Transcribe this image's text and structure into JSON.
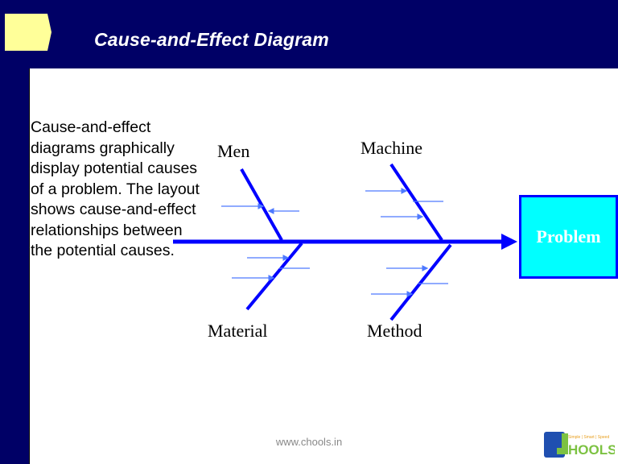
{
  "header": {
    "title": "Cause-and-Effect  Diagram"
  },
  "description": "Cause-and-effect diagrams graphically display potential causes of a problem. The layout shows cause-and-effect relationships between the potential causes.",
  "diagram": {
    "categories": {
      "men": "Men",
      "machine": "Machine",
      "material": "Material",
      "method": "Method"
    },
    "effect": "Problem",
    "colors": {
      "bones": "#0000ff",
      "minor_arrows": "#4d79ff",
      "effect_fill": "#00ffff"
    }
  },
  "footer": {
    "url": "www.chools.in"
  },
  "logo": {
    "text": "HOOLS",
    "tagline": "Simple | Smart | Speed"
  }
}
